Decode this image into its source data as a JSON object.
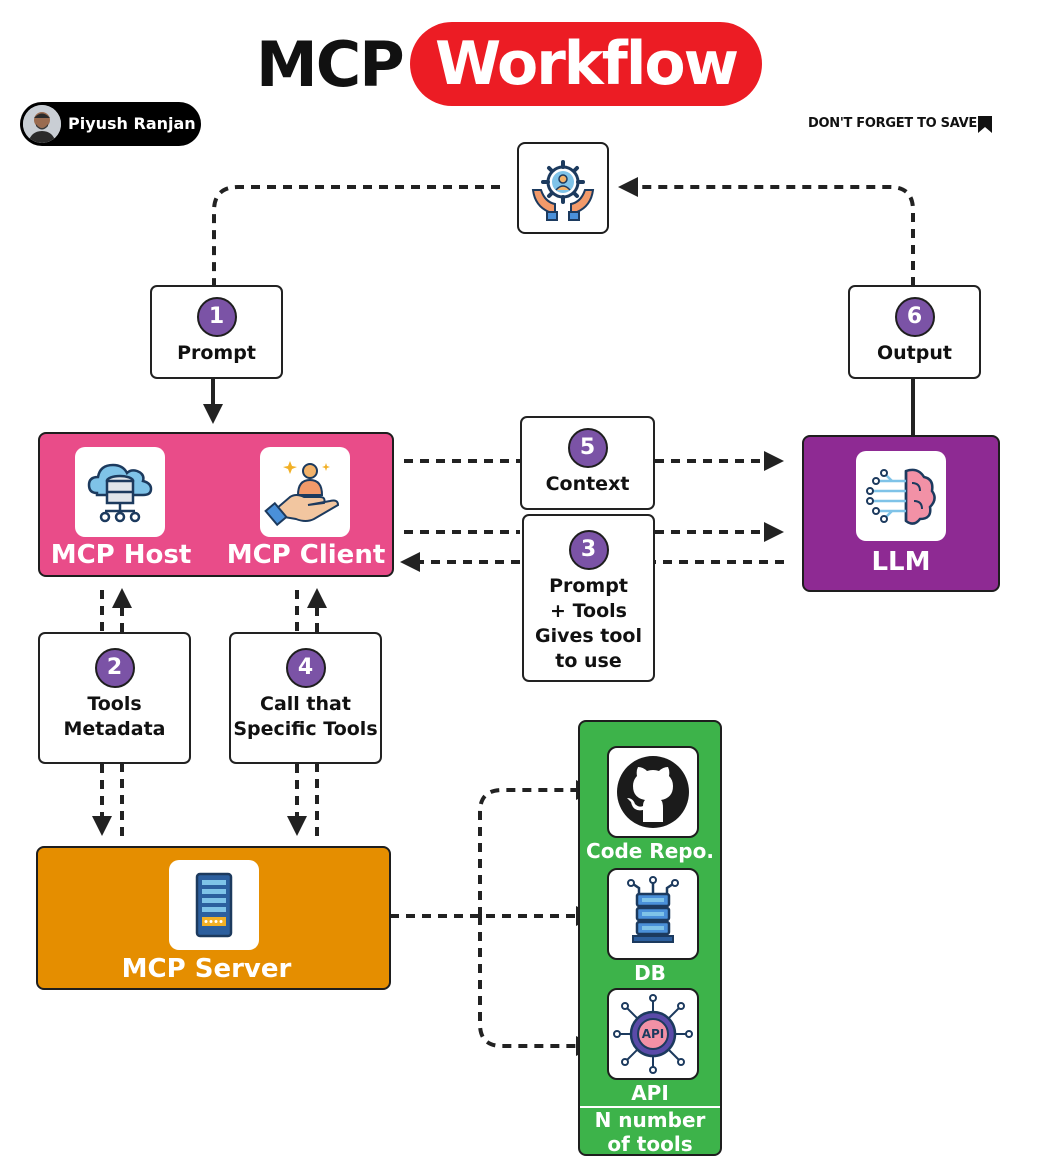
{
  "title": {
    "part1": "MCP",
    "part2": "Workflow"
  },
  "author": {
    "name": "Piyush Ranjan"
  },
  "save_note": "DON'T FORGET TO SAVE",
  "steps": [
    {
      "number": "1",
      "label": "Prompt"
    },
    {
      "number": "2",
      "label": "Tools\nMetadata"
    },
    {
      "number": "3",
      "label": "Prompt\n+ Tools\nGives tool\nto use"
    },
    {
      "number": "4",
      "label": "Call that\nSpecific Tools"
    },
    {
      "number": "5",
      "label": "Context"
    },
    {
      "number": "6",
      "label": "Output"
    }
  ],
  "components": {
    "mcp_host": "MCP Host",
    "mcp_client": "MCP Client",
    "llm": "LLM",
    "mcp_server": "MCP Server"
  },
  "tools": {
    "items": [
      "Code Repo.",
      "DB",
      "API"
    ],
    "footer": "N number\nof tools",
    "api_badge": "API"
  },
  "colors": {
    "title_red": "#ec1c24",
    "host_pink": "#e94c89",
    "llm_purple": "#8e2a93",
    "server_orange": "#e58e00",
    "tools_green": "#3db34a",
    "step_purple": "#7b53a6"
  }
}
